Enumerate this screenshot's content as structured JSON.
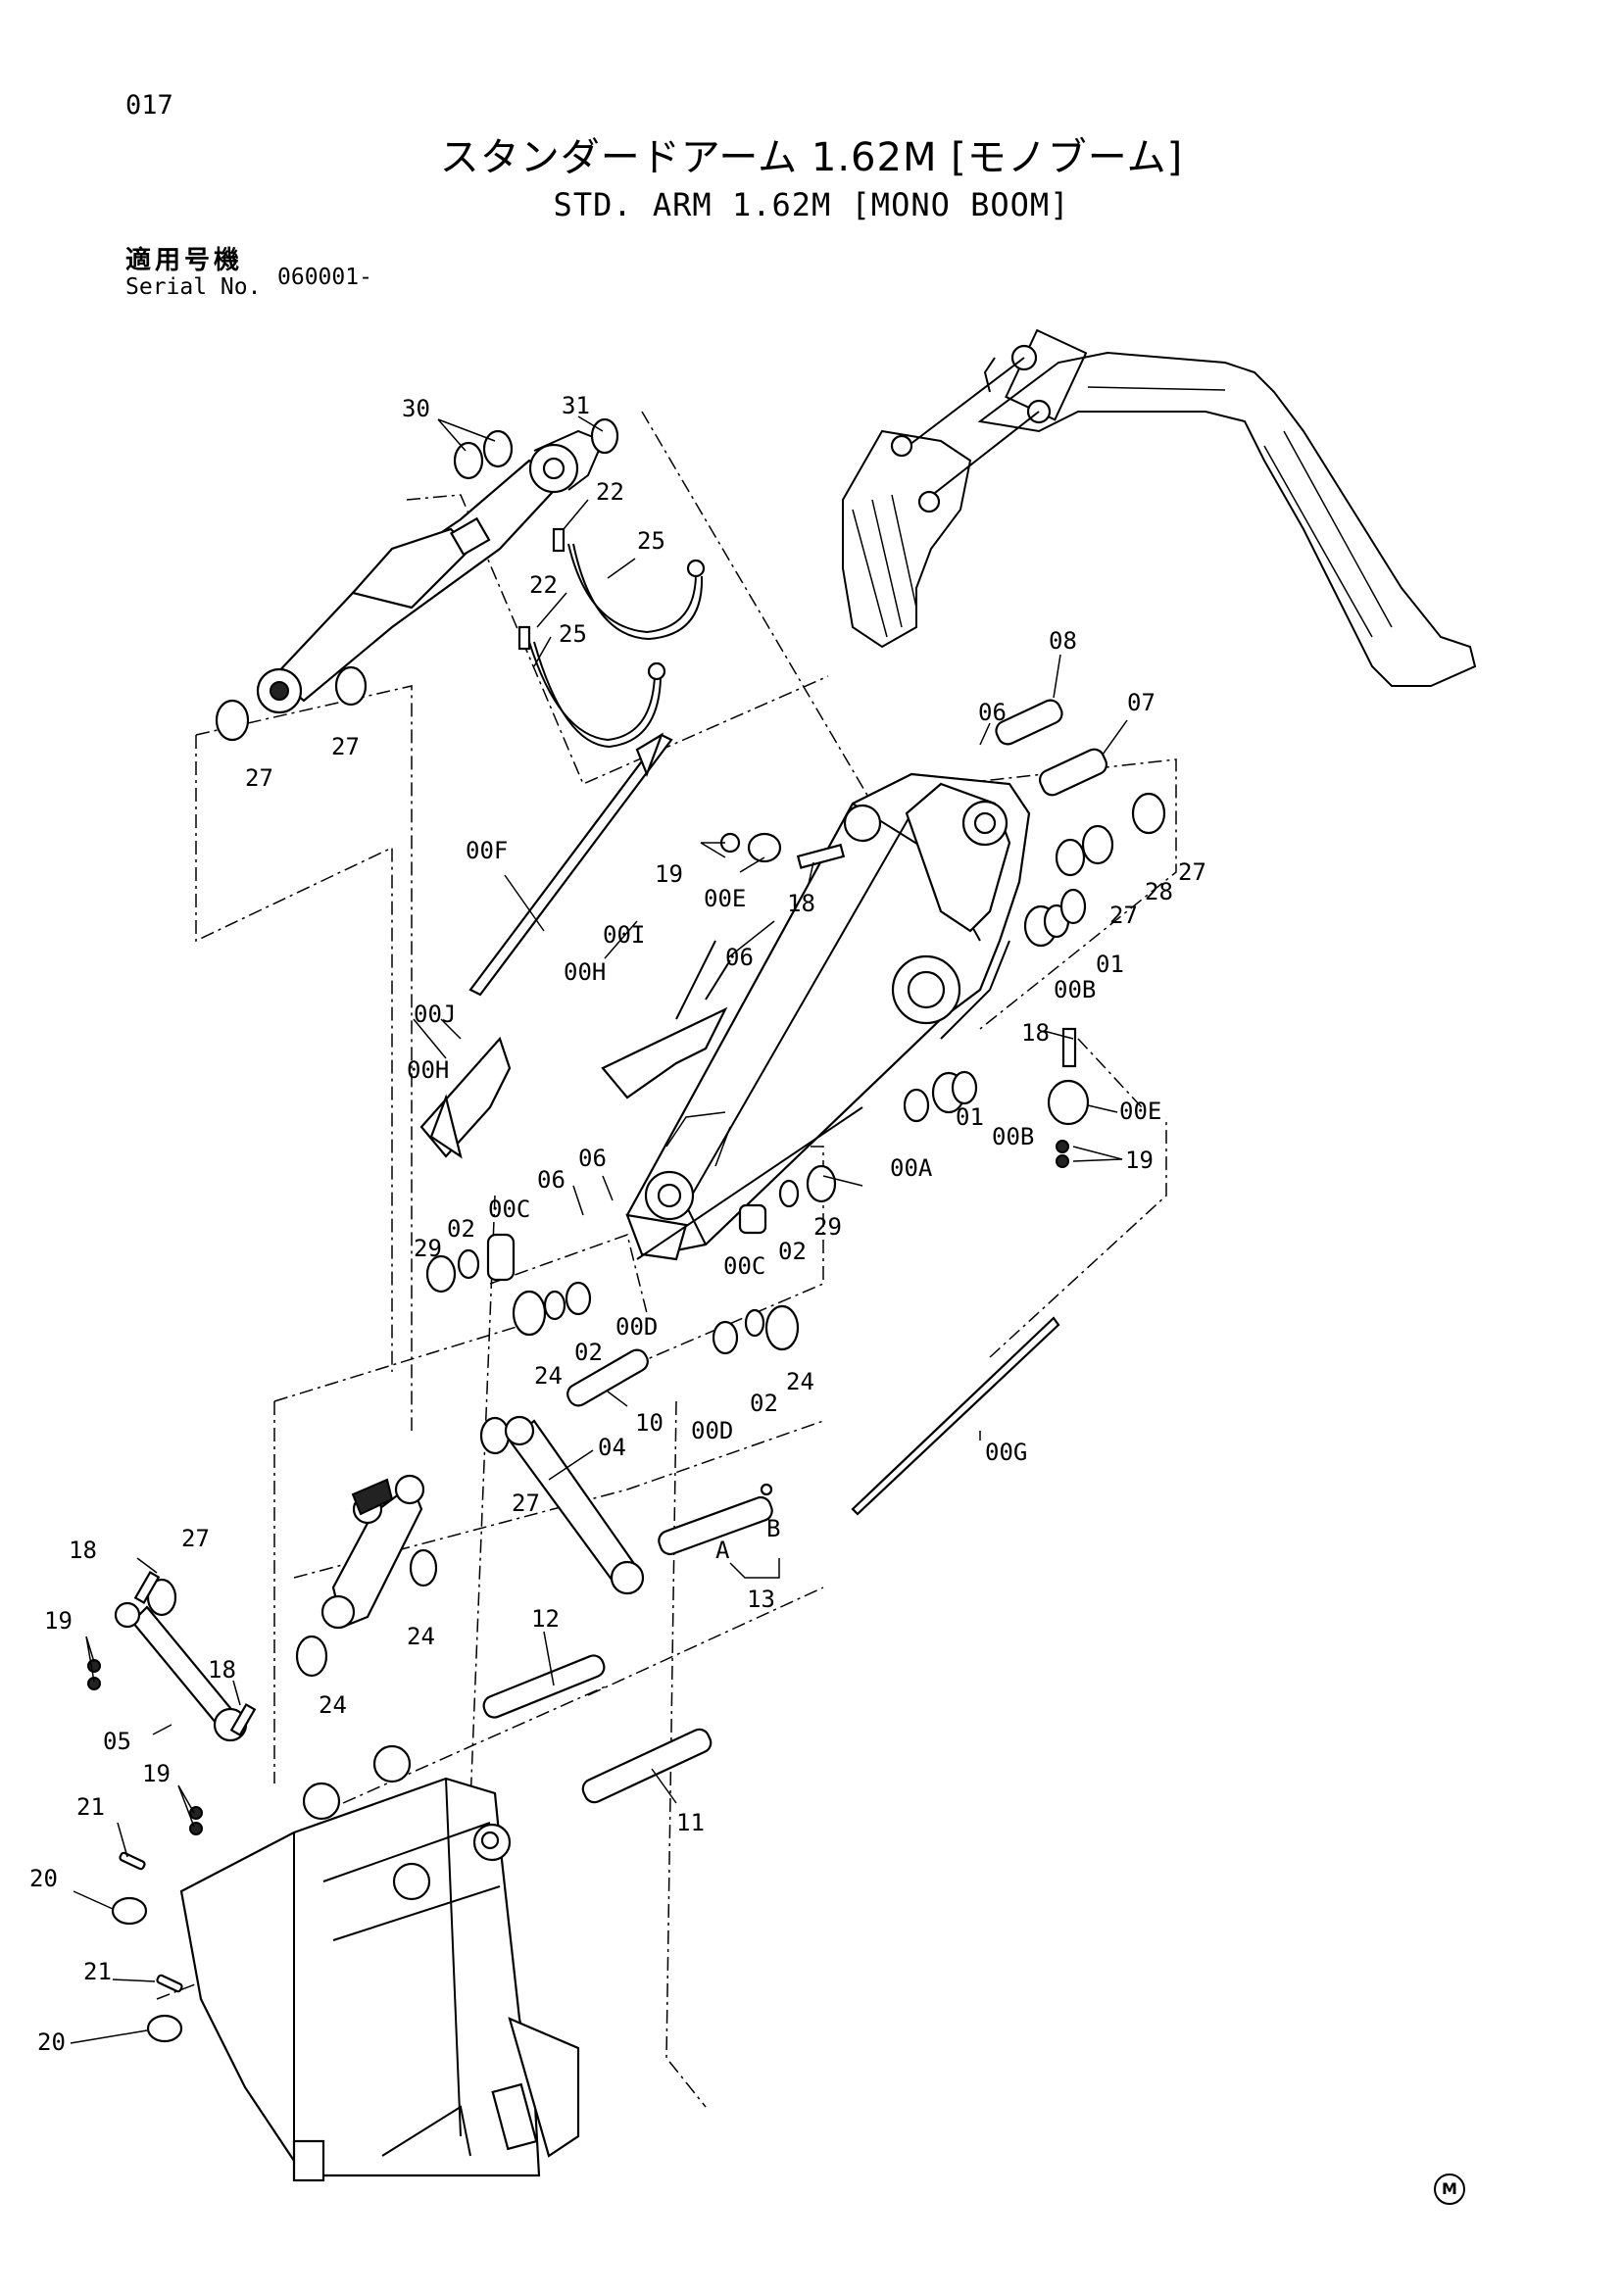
{
  "page": {
    "number": "017",
    "title_jp": "スタンダードアーム 1.62M [モノブーム]",
    "title_en": "STD. ARM 1.62M [MONO BOOM]",
    "serial_label_jp": "適用号機",
    "serial_label_en": "Serial No.",
    "serial_value": "060001-",
    "footer_mark": "M"
  },
  "callouts": {
    "c30": "30",
    "c31": "31",
    "c22a": "22",
    "c25a": "25",
    "c22b": "22",
    "c25b": "25",
    "c27a": "27",
    "c27b": "27",
    "c08": "08",
    "c06a": "06",
    "c07": "07",
    "c19a": "19",
    "c00E_a": "00E",
    "c18a": "18",
    "c27c": "27",
    "c28": "28",
    "c27d": "27",
    "c00F": "00F",
    "c00I": "00I",
    "c06b": "06",
    "c00H_a": "00H",
    "c00B_a": "00B",
    "c01a": "01",
    "c00J": "00J",
    "c00H_b": "00H",
    "c18b": "18",
    "c00E_b": "00E",
    "c00B_b": "00B",
    "c01b": "01",
    "c19b": "19",
    "c00A": "00A",
    "c06c": "06",
    "c06d": "06",
    "c00C_a": "00C",
    "c02a": "02",
    "c29a": "29",
    "c00C_b": "00C",
    "c02b": "02",
    "c29b": "29",
    "c00D_a": "00D",
    "c02c": "02",
    "c24a": "24",
    "c00D_b": "00D",
    "c02d": "02",
    "c24b": "24",
    "c10": "10",
    "c04": "04",
    "c27e": "27",
    "c00G": "00G",
    "cA": "A",
    "cB": "B",
    "c13": "13",
    "c18c": "18",
    "c27f": "27",
    "c19c": "19",
    "c24c": "24",
    "c24d": "24",
    "c12": "12",
    "c18d": "18",
    "c05": "05",
    "c19d": "19",
    "c11": "11",
    "c21a": "21",
    "c20a": "20",
    "c21b": "21",
    "c20b": "20"
  }
}
